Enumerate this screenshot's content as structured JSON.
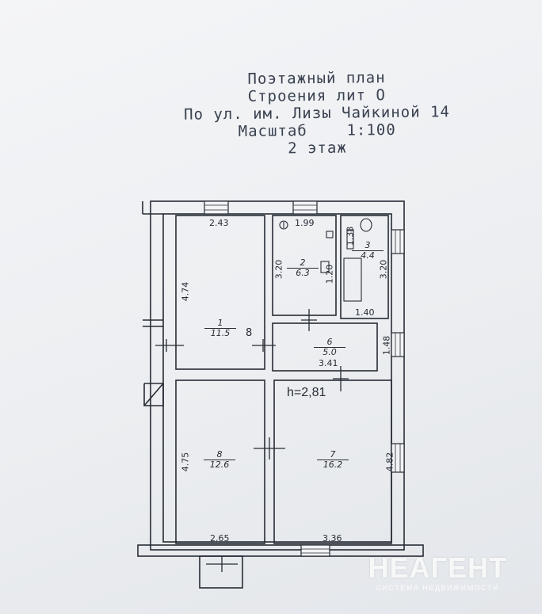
{
  "title": {
    "line1": "Поэтажный план",
    "line2": "Строения лит О",
    "line3": "По ул. им. Лизы Чайкиной 14",
    "line4": "Масштаб    1:100",
    "line5": "2 этаж"
  },
  "rooms": [
    {
      "id": "room-1",
      "number": "1",
      "area": "11.5"
    },
    {
      "id": "room-2",
      "number": "2",
      "area": "6.3"
    },
    {
      "id": "room-3",
      "number": "3",
      "area": "4.4"
    },
    {
      "id": "room-6",
      "number": "6",
      "area": "5.0"
    },
    {
      "id": "room-7",
      "number": "7",
      "area": "16.2"
    },
    {
      "id": "room-8",
      "number": "8",
      "area": "12.6"
    }
  ],
  "dimensions": {
    "d243": "2.43",
    "d199": "1.99",
    "d138": "1.38",
    "d320a": "3.20",
    "d320b": "3.20",
    "d120": "1.20",
    "d474": "4.74",
    "d140": "1.40",
    "d148": "1.48",
    "d341": "3.41",
    "d475": "4.75",
    "d482": "4.82",
    "d265": "2.65",
    "d336": "3.36",
    "door8": "8"
  },
  "height_label": "h=2,81",
  "watermark": {
    "brand": "НЕАГЕНТ",
    "tag": "СИСТЕМА НЕДВИЖИМОСТИ"
  },
  "colors": {
    "ink": "#272c35",
    "paper": "#eef0f3"
  }
}
